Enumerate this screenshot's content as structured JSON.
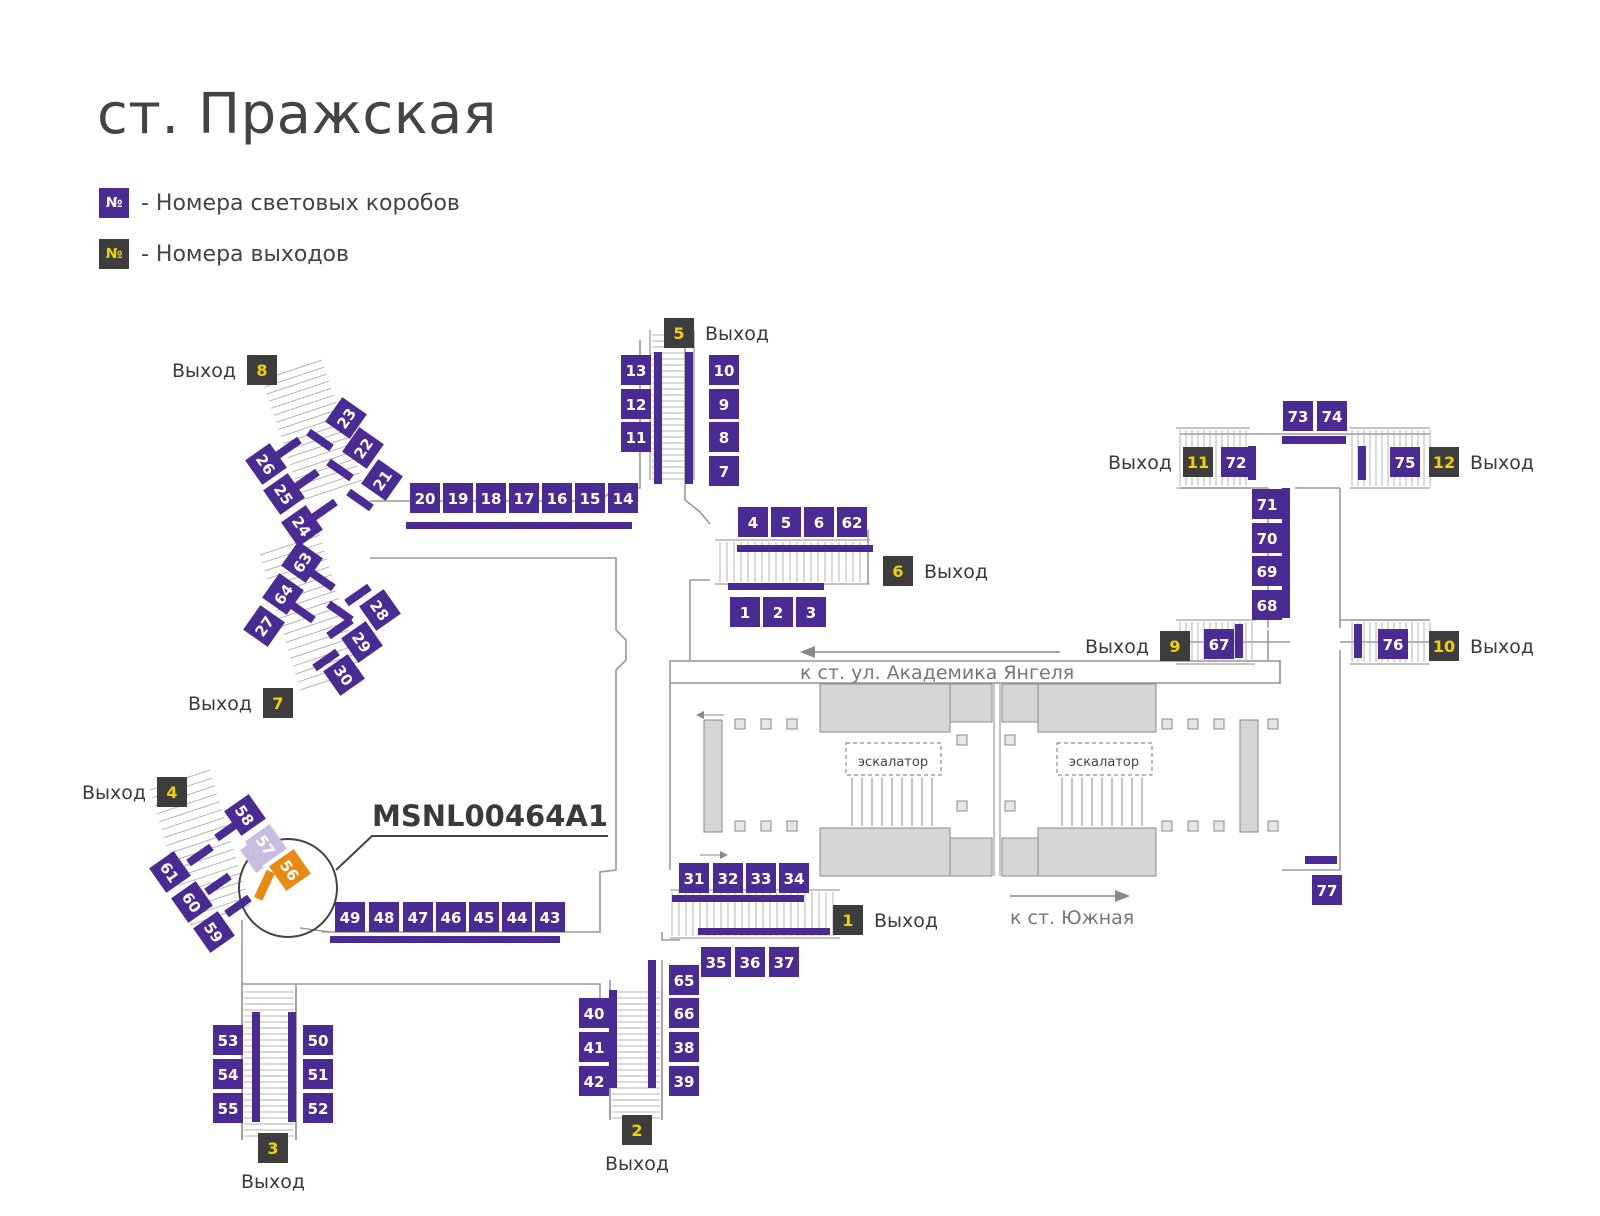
{
  "title": "ст. Пражская",
  "legend": [
    {
      "symbol": "№",
      "text": "- Номера световых коробов",
      "color": "#4a2a93"
    },
    {
      "symbol": "№",
      "text": "- Номера выходов",
      "color": "#3d3d3d"
    }
  ],
  "colors": {
    "lightbox": "#4a2a93",
    "exit": "#3d3d3d",
    "exit_number": "#f2d100",
    "highlight": "#e88a12",
    "highlight_faded": "#c8bde0",
    "walls": "#9a9a9a",
    "platform_block": "#d6d6d6"
  },
  "exit_label": "Выход",
  "exits": [
    "1",
    "2",
    "3",
    "4",
    "5",
    "6",
    "7",
    "8",
    "9",
    "10",
    "11",
    "12"
  ],
  "lightboxes": [
    "1",
    "2",
    "3",
    "4",
    "5",
    "6",
    "7",
    "8",
    "9",
    "10",
    "11",
    "12",
    "13",
    "14",
    "15",
    "16",
    "17",
    "18",
    "19",
    "20",
    "21",
    "22",
    "23",
    "24",
    "25",
    "26",
    "27",
    "28",
    "29",
    "30",
    "31",
    "32",
    "33",
    "34",
    "35",
    "36",
    "37",
    "38",
    "39",
    "40",
    "41",
    "42",
    "43",
    "44",
    "45",
    "46",
    "47",
    "48",
    "49",
    "50",
    "51",
    "52",
    "53",
    "54",
    "55",
    "56",
    "57",
    "58",
    "59",
    "60",
    "61",
    "62",
    "63",
    "64",
    "65",
    "66",
    "67",
    "68",
    "69",
    "70",
    "71",
    "72",
    "73",
    "74",
    "75",
    "76",
    "77"
  ],
  "highlighted_box": "56",
  "faded_box": "57",
  "callout": "MSNL00464A1",
  "escalator_label": "эскалатор",
  "direction_west": "к ст. ул. Академика Янгеля",
  "direction_south": "к ст. Южная"
}
